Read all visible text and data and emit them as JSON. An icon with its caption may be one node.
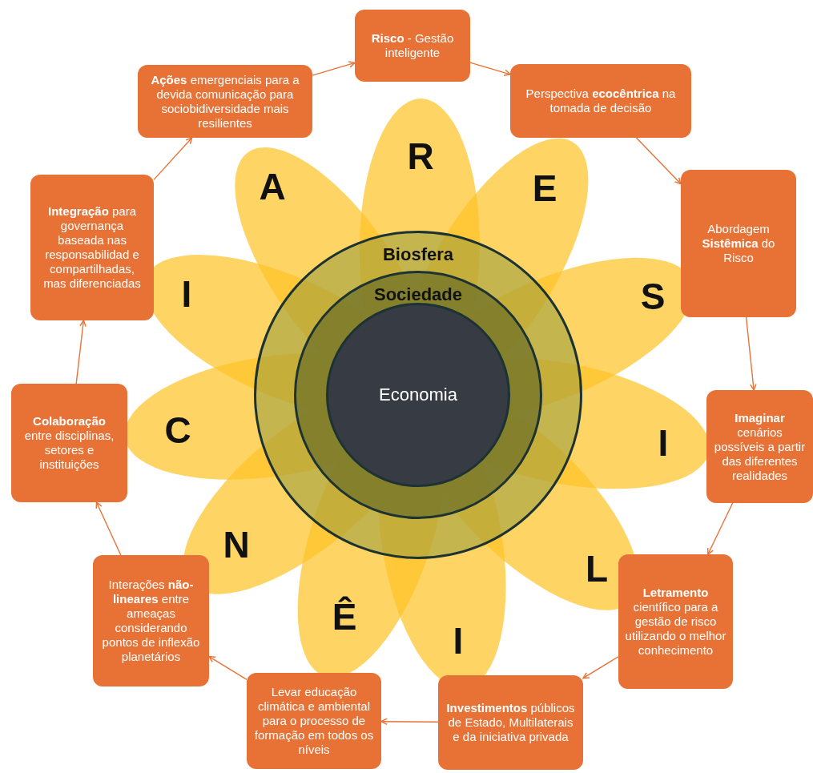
{
  "diagram": {
    "nodes": [
      {
        "text": [
          "**Risco** - Gestão inteligente"
        ]
      },
      {
        "text": [
          "Perspectiva **ecocêntrica** na tomada de decisão"
        ]
      },
      {
        "text": [
          "Abordagem **Sistêmica** do Risco"
        ]
      },
      {
        "text": [
          "**Imaginar** cenários possíveis a partir das diferentes realidades"
        ]
      },
      {
        "text": [
          "**Letramento** científico para a gestão de risco utilizando o melhor conhecimento"
        ]
      },
      {
        "text": [
          "**Investimentos** públicos de Estado, Multilaterais e da iniciativa privada"
        ]
      },
      {
        "text": [
          "Levar educação climática e ambiental para o processo de formação em todos os níveis"
        ]
      },
      {
        "text": [
          "Interações **não-lineares** entre ameaças considerando pontos de inflexão planetários"
        ]
      },
      {
        "text": [
          "**Colaboração** entre disciplinas, setores e instituições"
        ]
      },
      {
        "text": [
          "**Integração** para governança baseada nas responsabilidad e compartilhadas, mas diferenciadas"
        ]
      },
      {
        "text": [
          "**Ações** emergenciais para a devida comunicação para sociobidiversidade mais resilientes"
        ]
      },
      {
        "text": [
          "Biosfera"
        ]
      },
      {
        "text": [
          "Sociedade"
        ],
        "in": 11
      },
      {
        "text": [
          "Economia"
        ],
        "in": 12
      }
    ],
    "edges": [
      {
        "from": 0,
        "to": 1,
        "arrow": "to"
      },
      {
        "from": 1,
        "to": 2,
        "arrow": "to"
      },
      {
        "from": 2,
        "to": 3,
        "arrow": "to"
      },
      {
        "from": 3,
        "to": 4,
        "arrow": "to"
      },
      {
        "from": 4,
        "to": 5,
        "arrow": "to"
      },
      {
        "from": 5,
        "to": 6,
        "arrow": "to"
      },
      {
        "from": 6,
        "to": 7,
        "arrow": "to"
      },
      {
        "from": 7,
        "to": 8,
        "arrow": "to"
      },
      {
        "from": 8,
        "to": 9,
        "arrow": "to"
      },
      {
        "from": 9,
        "to": 10,
        "arrow": "to"
      },
      {
        "from": 10,
        "to": 0,
        "arrow": "to"
      }
    ],
    "labels": [
      "R",
      "E",
      "S",
      "I",
      "L",
      "I",
      "Ê",
      "N",
      "C",
      "I",
      "A"
    ]
  }
}
